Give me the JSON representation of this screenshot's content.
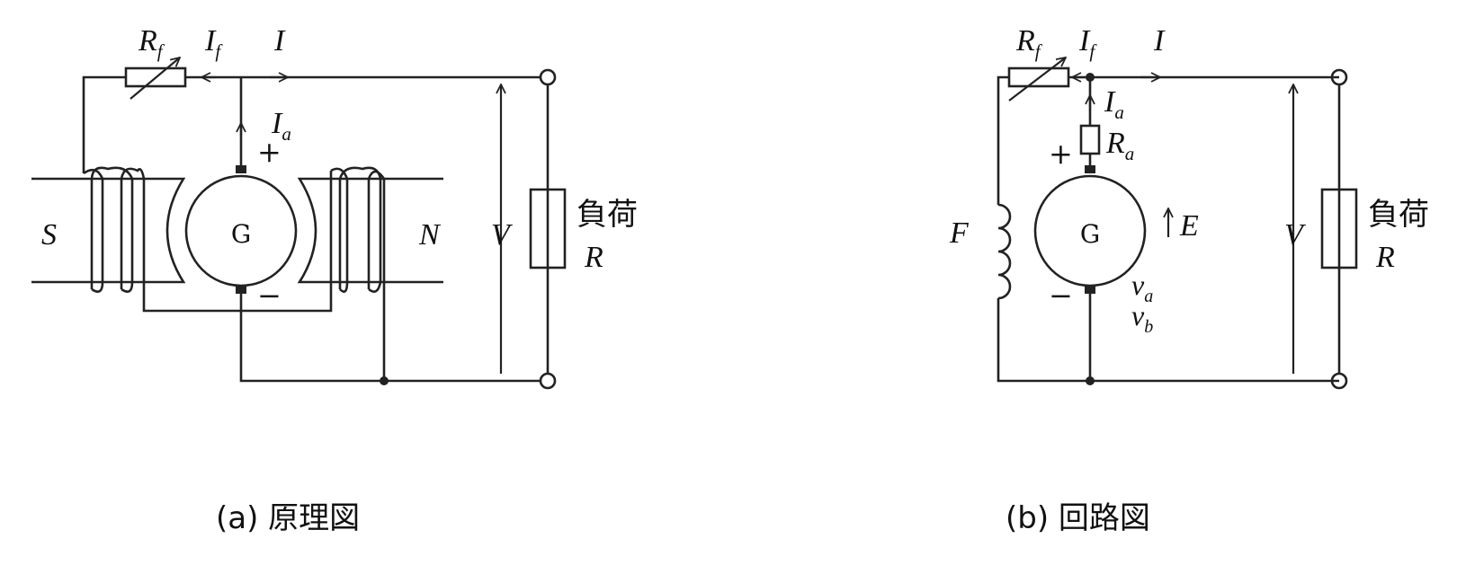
{
  "diagram_a": {
    "caption": "(a) 原理図",
    "labels": {
      "rf_main": "R",
      "rf_sub": "f",
      "if_main": "I",
      "if_sub": "f",
      "i": "I",
      "ia_main": "I",
      "ia_sub": "a",
      "plus": "+",
      "minus": "−",
      "g": "G",
      "s": "S",
      "n": "N",
      "v": "V",
      "load": "負荷",
      "r": "R"
    }
  },
  "diagram_b": {
    "caption": "(b) 回路図",
    "labels": {
      "rf_main": "R",
      "rf_sub": "f",
      "if_main": "I",
      "if_sub": "f",
      "i": "I",
      "ia_main": "I",
      "ia_sub": "a",
      "ra_main": "R",
      "ra_sub": "a",
      "plus": "+",
      "minus": "−",
      "g": "G",
      "e": "E",
      "f": "F",
      "va_main": "v",
      "va_sub": "a",
      "vb_main": "v",
      "vb_sub": "b",
      "v": "V",
      "load": "負荷",
      "r": "R"
    }
  }
}
